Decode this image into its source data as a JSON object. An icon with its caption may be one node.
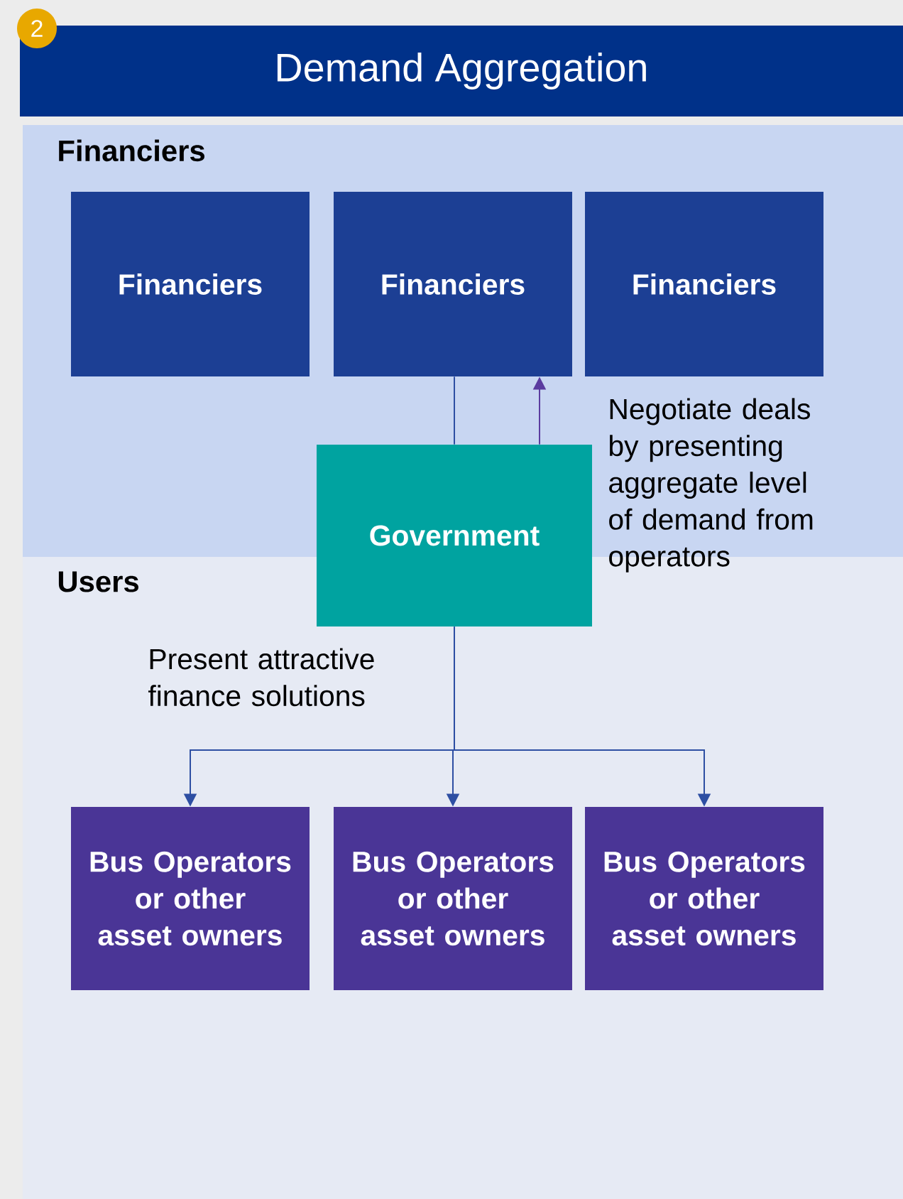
{
  "diagram": {
    "title": "Demand Aggregation",
    "nodes": [
      {
        "text": [
          "2"
        ]
      },
      {
        "text": [
          "Financiers"
        ]
      },
      {
        "text": [
          "Financiers"
        ],
        "in": 1
      },
      {
        "text": [
          "Financiers"
        ],
        "in": 1
      },
      {
        "text": [
          "Financiers"
        ],
        "in": 1
      },
      {
        "text": [
          "Users"
        ]
      },
      {
        "text": [
          "Government"
        ]
      },
      {
        "text": [
          "Bus Operators or other asset owners"
        ],
        "in": 5
      },
      {
        "text": [
          "Bus Operators or other asset owners"
        ],
        "in": 5
      },
      {
        "text": [
          "Bus Operators or other asset owners"
        ],
        "in": 5
      }
    ],
    "edges": [
      {
        "from": 3,
        "to": 6,
        "arrow": "none"
      },
      {
        "from": 6,
        "to": 3,
        "arrow": "to",
        "color": "#5b3ca0"
      },
      {
        "from": 6,
        "to": 7,
        "arrow": "to"
      },
      {
        "from": 6,
        "to": 8,
        "arrow": "to"
      },
      {
        "from": 6,
        "to": 9,
        "arrow": "to"
      }
    ],
    "labels": [
      "Negotiate deals by presenting aggregate level of demand from operators",
      "Present attractive finance solutions"
    ]
  }
}
